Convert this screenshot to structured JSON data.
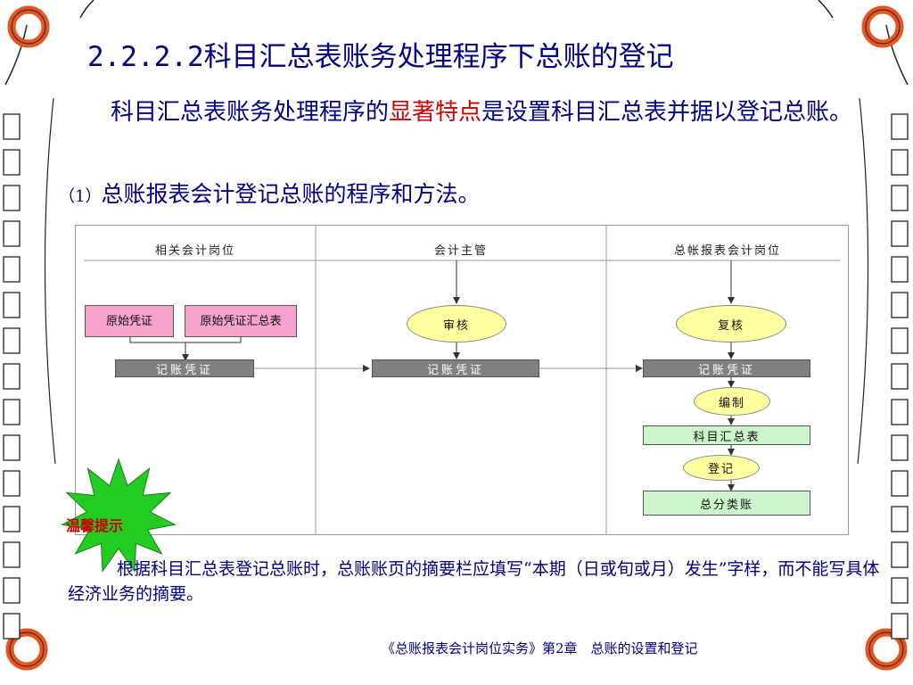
{
  "title": "2.2.2.2科目汇总表账务处理程序下总账的登记",
  "intro": {
    "before": "科目汇总表账务处理程序的",
    "highlight": "显著特点",
    "after": "是设置科目汇总表并据以登记总账。"
  },
  "subheading": {
    "number": "（1）",
    "text": "总账报表会计登记总账的程序和方法。"
  },
  "flowchart": {
    "lanes": [
      "相关会计岗位",
      "会计主管",
      "总帐报表会计岗位"
    ],
    "lane1": {
      "source_1": "原始凭证",
      "source_2": "原始凭证汇总表",
      "voucher": "记账凭证"
    },
    "lane2": {
      "review": "审核",
      "voucher": "记账凭证"
    },
    "lane3": {
      "recheck": "复核",
      "voucher": "记账凭证",
      "compile": "编制",
      "summary": "科目汇总表",
      "post": "登记",
      "ledger": "总分类账"
    },
    "colors": {
      "source_fill": "#f6a3cf",
      "voucher_fill": "#808080",
      "oval_fill": "#ffffa0",
      "result_fill": "#ccf5cc"
    }
  },
  "tip": {
    "label": "温馨提示",
    "text": "根据科目汇总表登记总账时，总账账页的摘要栏应填写“本期（日或旬或月）发生”字样，而不能写具体经济业务的摘要。",
    "star_color": "#22cc22"
  },
  "footer": "《总账报表会计岗位实务》第2章　总账的设置和登记",
  "theme": {
    "title_color": "#000080",
    "highlight_color": "#cc0000",
    "ring_color": "#e8541f"
  }
}
